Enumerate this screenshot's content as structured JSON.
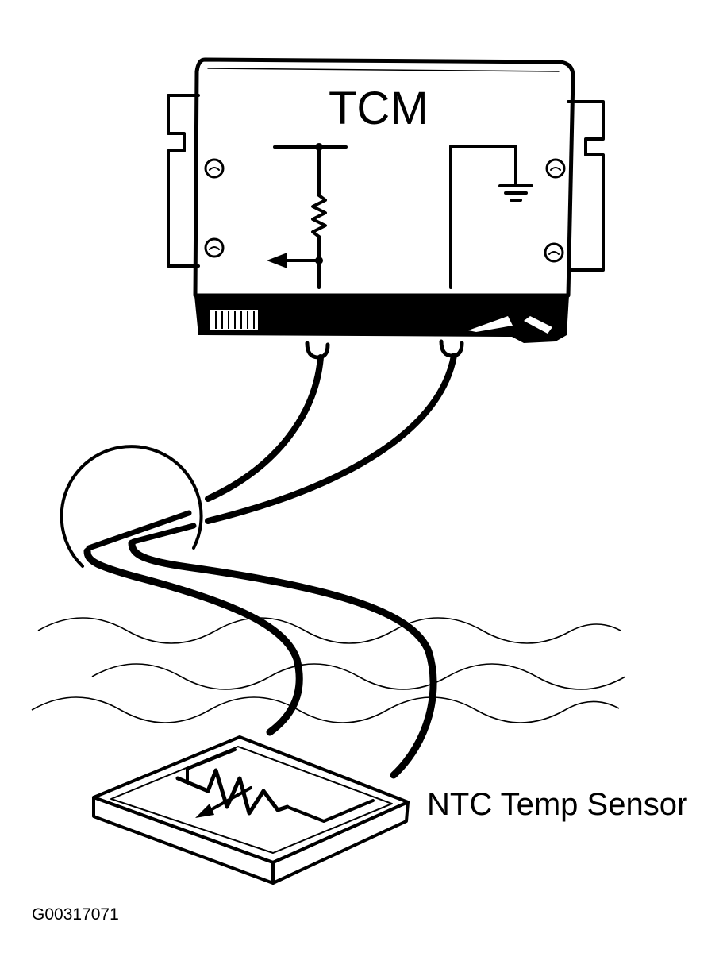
{
  "labels": {
    "module": "TCM",
    "sensor": "NTC Temp Sensor",
    "figure_code": "G00317071"
  },
  "colors": {
    "ink": "#000000",
    "paper": "#ffffff"
  }
}
